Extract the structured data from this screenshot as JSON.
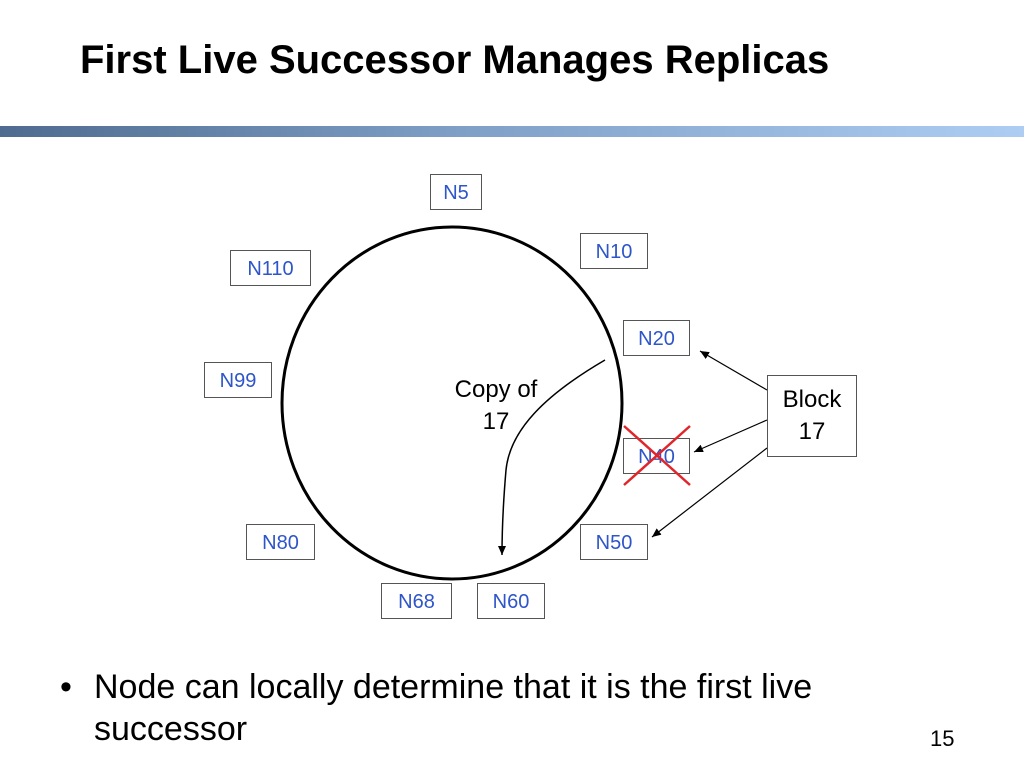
{
  "title": "First Live Successor Manages Replicas",
  "nodes": {
    "n5": "N5",
    "n10": "N10",
    "n20": "N20",
    "n40": "N40",
    "n50": "N50",
    "n60": "N60",
    "n68": "N68",
    "n80": "N80",
    "n99": "N99",
    "n110": "N110"
  },
  "block": {
    "line1": "Block",
    "line2": "17"
  },
  "copy_label": {
    "line1": "Copy of",
    "line2": "17"
  },
  "bullet": {
    "marker": "•",
    "text": "Node can locally determine that it is the first live successor"
  },
  "page_number": "15",
  "colors": {
    "node_text": "#2e55c9",
    "failed_mark": "#e0262b",
    "rule_start": "#4f6b8f",
    "rule_end": "#aecdf2"
  }
}
